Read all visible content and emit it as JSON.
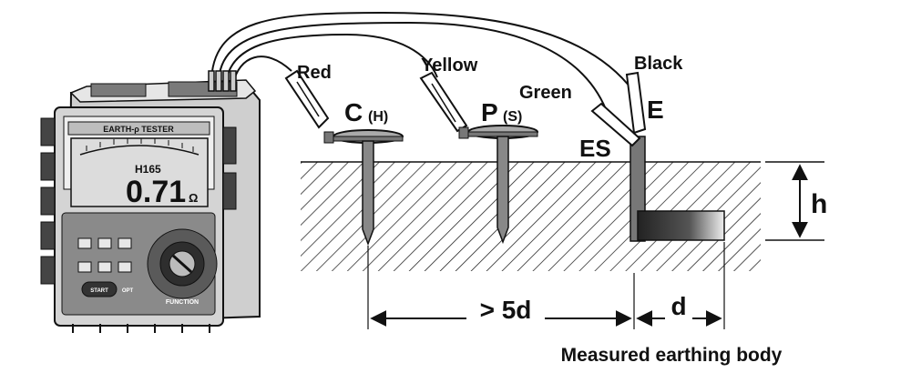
{
  "tester": {
    "title": "EARTH-ρ TESTER",
    "display_mode": "H165",
    "display_value": "0.71",
    "display_unit": "Ω",
    "function_label": "FUNCTION",
    "start_label": "START",
    "opt_label": "OPT"
  },
  "wires": {
    "red": "Red",
    "yellow": "Yellow",
    "green": "Green",
    "black": "Black"
  },
  "electrodes": {
    "c_main": "C",
    "c_sub": "(H)",
    "p_main": "P",
    "p_sub": "(S)",
    "e": "E",
    "es": "ES"
  },
  "dimensions": {
    "h": "h",
    "spacing": "> 5d",
    "d": "d"
  },
  "caption": "Measured earthing body",
  "colors": {
    "ink": "#111111",
    "lcd": "#dcdcdc",
    "panel": "#8a8a8a"
  }
}
